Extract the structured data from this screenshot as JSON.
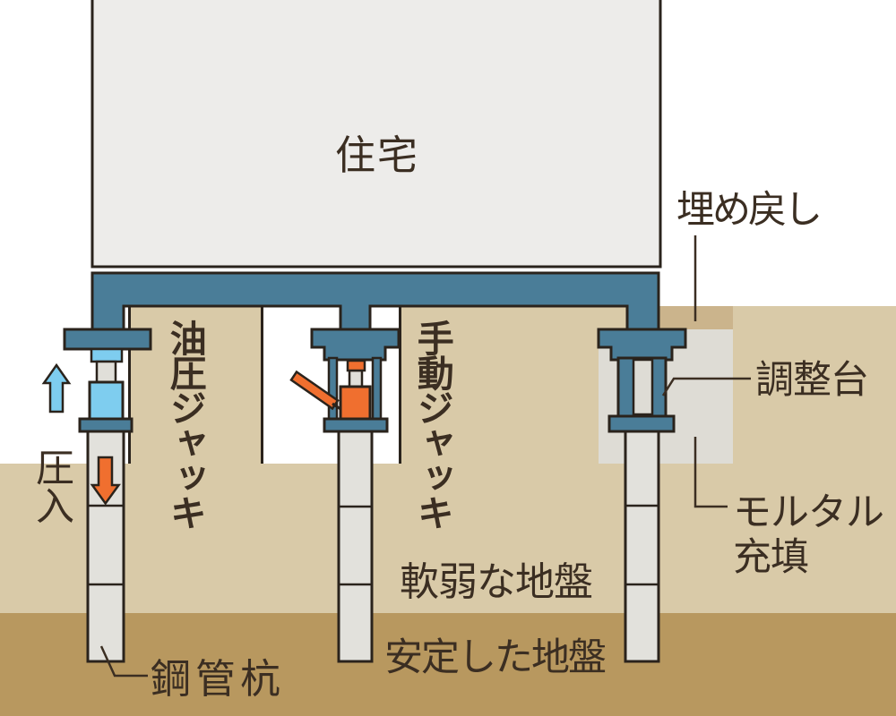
{
  "labels": {
    "house": "住宅",
    "backfill": "埋め戻し",
    "hydraulic_jack": "油圧ジャッキ",
    "manual_jack": "手動ジャッキ",
    "press_in": "圧入",
    "adjustment_stand": "調整台",
    "mortar_fill_line1": "モルタル",
    "mortar_fill_line2": "充填",
    "steel_pipe_pile": "鋼管杭",
    "soft_ground": "軟弱な地盤",
    "stable_ground": "安定した地盤"
  },
  "colors": {
    "bg": "#FFFFFF",
    "outline": "#2A231C",
    "text": "#3B2E22",
    "house": "#EDECEA",
    "beam": "#4A7D98",
    "lightblue": "#7ECDEF",
    "orange": "#F06F2F",
    "pile": "#E2E1DC",
    "piston": "#E0DFD9",
    "soft": "#D9CAA8",
    "stable": "#B8985F",
    "backfill": "#CBB48C",
    "mortar": "#DEDCD5"
  }
}
